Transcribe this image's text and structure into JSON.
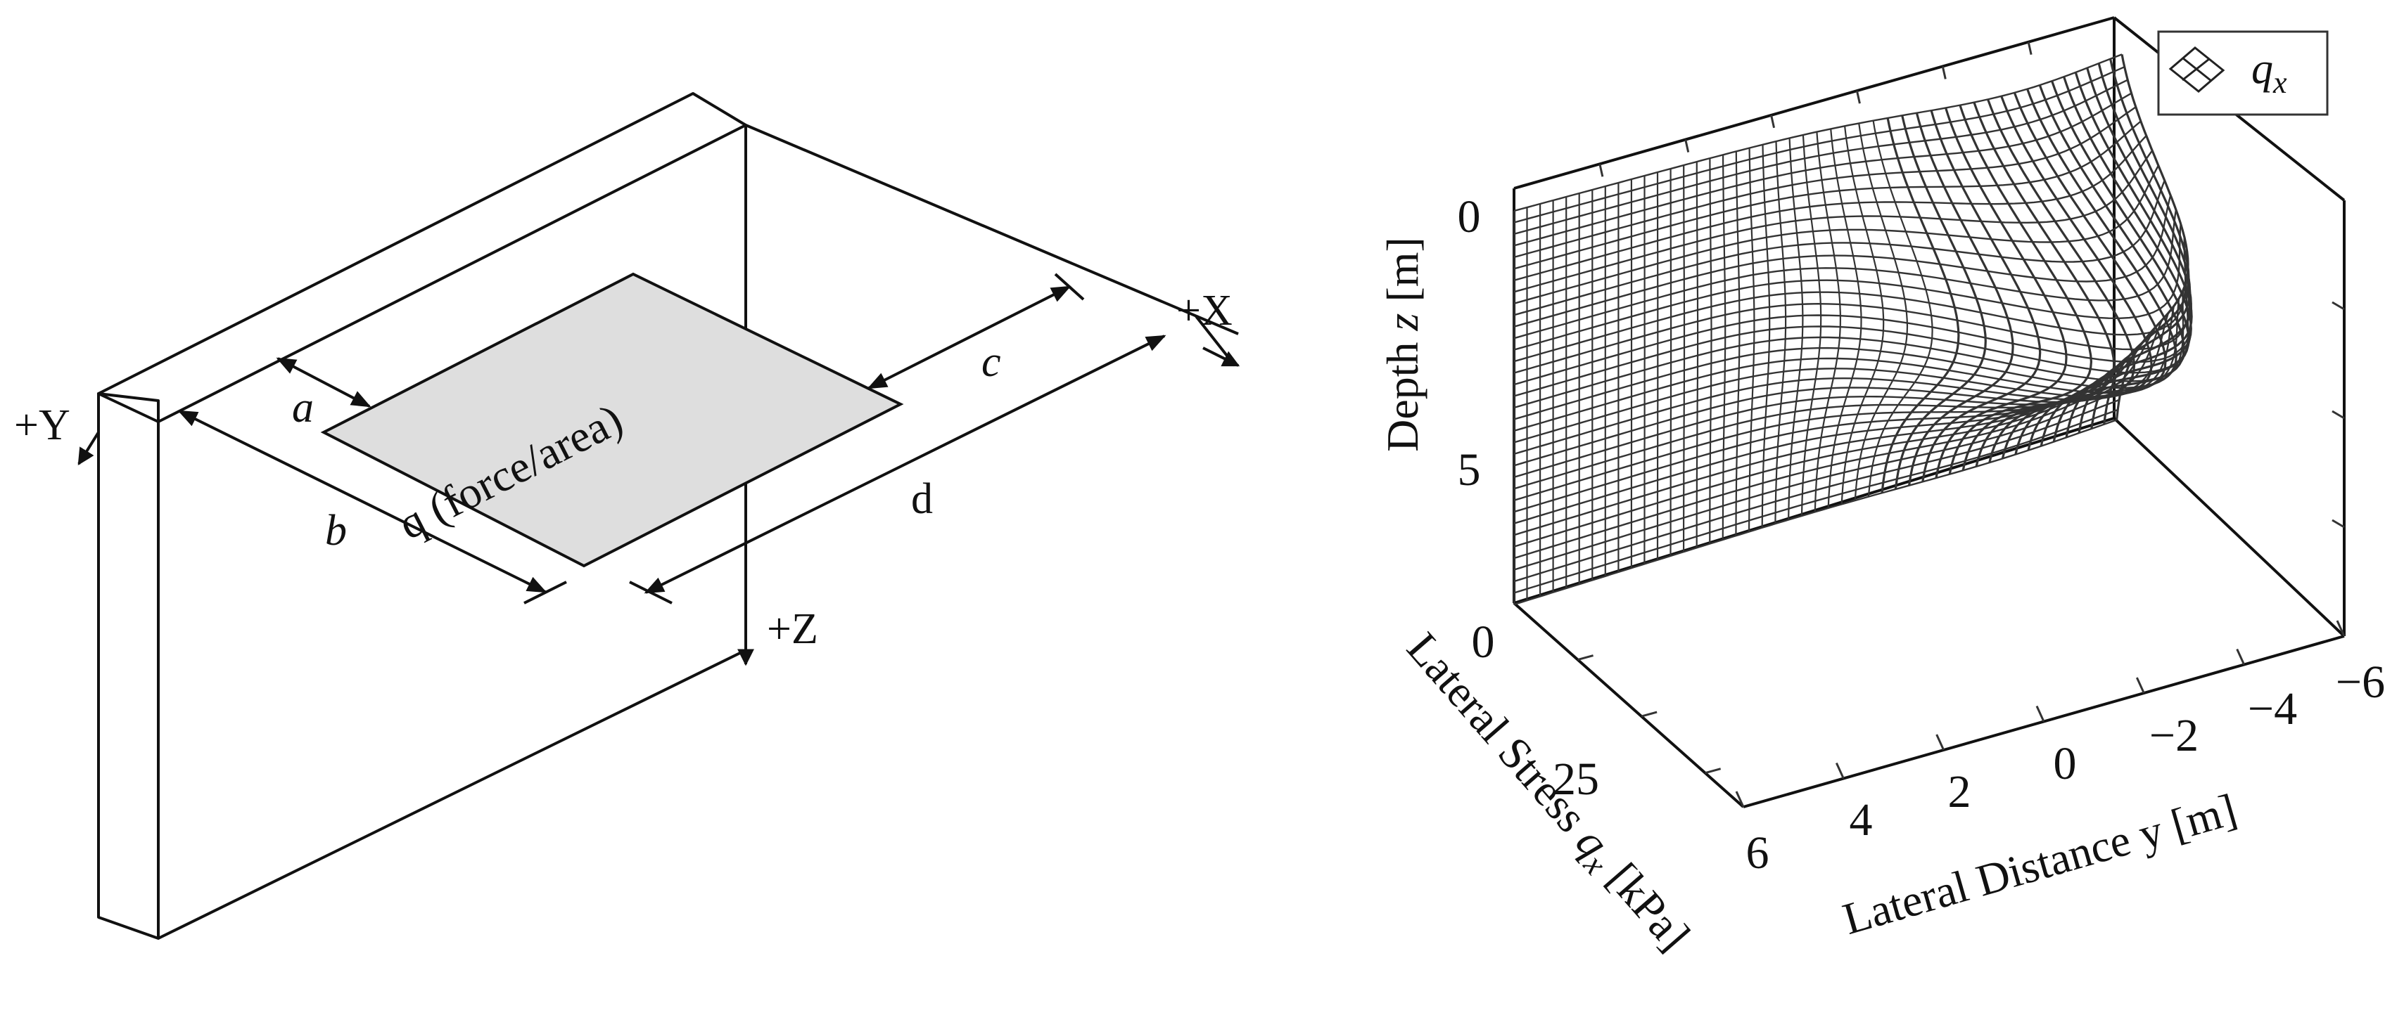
{
  "left_diagram": {
    "load_label": "q (force/area)",
    "dimension_labels": {
      "a": "a",
      "b": "b",
      "c": "c",
      "d": "d"
    },
    "axis_labels": {
      "x": "+X",
      "y": "+Y",
      "z": "+Z"
    },
    "load_patch_color": "#dedede"
  },
  "right_chart": {
    "legend_label": "q",
    "legend_subscript": "x",
    "z_axis": {
      "label_prefix": "Depth ",
      "label_var": "z",
      "label_suffix": " [m]",
      "ticks": [
        "0",
        "5"
      ]
    },
    "x_axis": {
      "label_prefix": "Lateral Stress ",
      "label_var": "q",
      "label_sub": "x",
      "label_suffix": " [kPa]",
      "ticks": [
        "0",
        "25"
      ]
    },
    "y_axis": {
      "label": "Lateral Distance y [m]",
      "ticks": [
        "6",
        "4",
        "2",
        "0",
        "−2",
        "−4",
        "−6"
      ]
    }
  },
  "chart_data": {
    "type": "surface",
    "series": [
      {
        "name": "q_x"
      }
    ],
    "axes": {
      "y": {
        "label": "Lateral Distance y [m]",
        "ticks": [
          6,
          4,
          2,
          0,
          -2,
          -4,
          -6
        ],
        "range": [
          -6,
          6
        ]
      },
      "z": {
        "label": "Depth z [m]",
        "ticks": [
          0,
          5
        ],
        "range": [
          0,
          8
        ]
      },
      "q": {
        "label": "Lateral Stress q_x [kPa]",
        "ticks": [
          0,
          25
        ]
      }
    },
    "grid": true,
    "legend_position": "top-right"
  }
}
